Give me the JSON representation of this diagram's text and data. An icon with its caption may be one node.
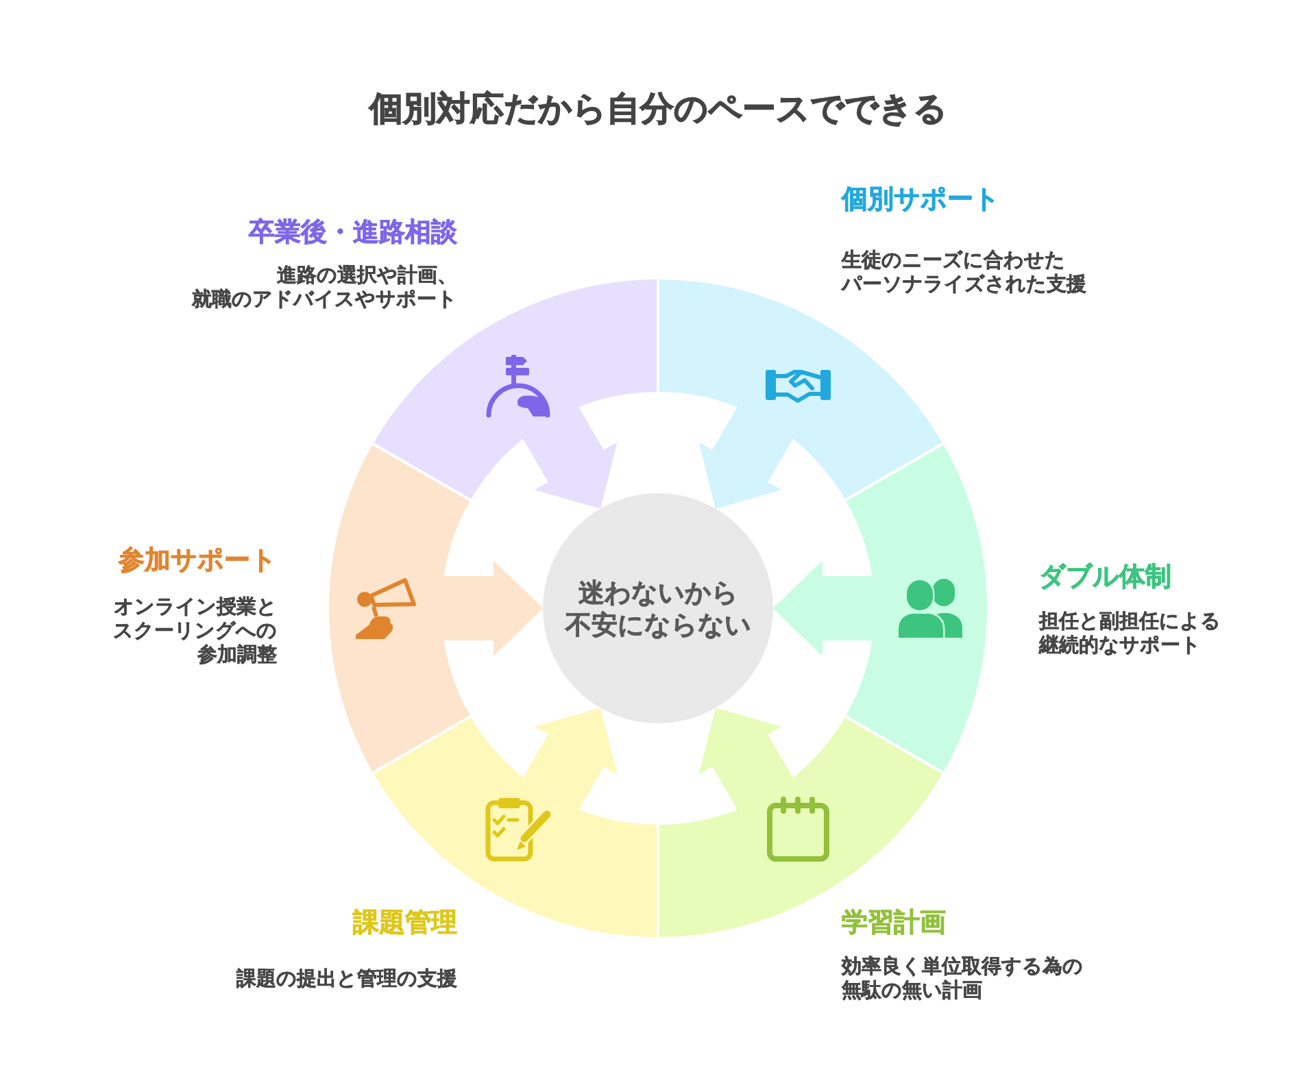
{
  "diagram": {
    "title": "個別対応だから自分のペースでできる",
    "nodes": [
      {
        "text": [
          "迷わないから不安にならない"
        ]
      },
      {
        "text": [
          "個別サポート",
          "生徒のニーズに合わせたパーソナライズされた支援"
        ]
      },
      {
        "text": [
          "ダブル体制",
          "担任と副担任による継続的なサポート"
        ]
      },
      {
        "text": [
          "学習計画",
          "効率良く単位取得する為の無駄の無い計画"
        ]
      },
      {
        "text": [
          "課題管理",
          "課題の提出と管理の支援"
        ]
      },
      {
        "text": [
          "参加サポート",
          "オンライン授業とスクーリングへの参加調整"
        ]
      },
      {
        "text": [
          "卒業後・進路相談",
          "進路の選択や計画、就職のアドバイスやサポート"
        ]
      }
    ],
    "edges": [
      {
        "from": 1,
        "to": 0,
        "arrow": "to",
        "color": "#d3f3fd"
      },
      {
        "from": 2,
        "to": 0,
        "arrow": "to",
        "color": "#c8fde3"
      },
      {
        "from": 3,
        "to": 0,
        "arrow": "to",
        "color": "#e8fcb9"
      },
      {
        "from": 4,
        "to": 0,
        "arrow": "to",
        "color": "#fef8ba"
      },
      {
        "from": 5,
        "to": 0,
        "arrow": "to",
        "color": "#fde4cc"
      },
      {
        "from": 6,
        "to": 0,
        "arrow": "to",
        "color": "#e6e0fe"
      }
    ]
  }
}
